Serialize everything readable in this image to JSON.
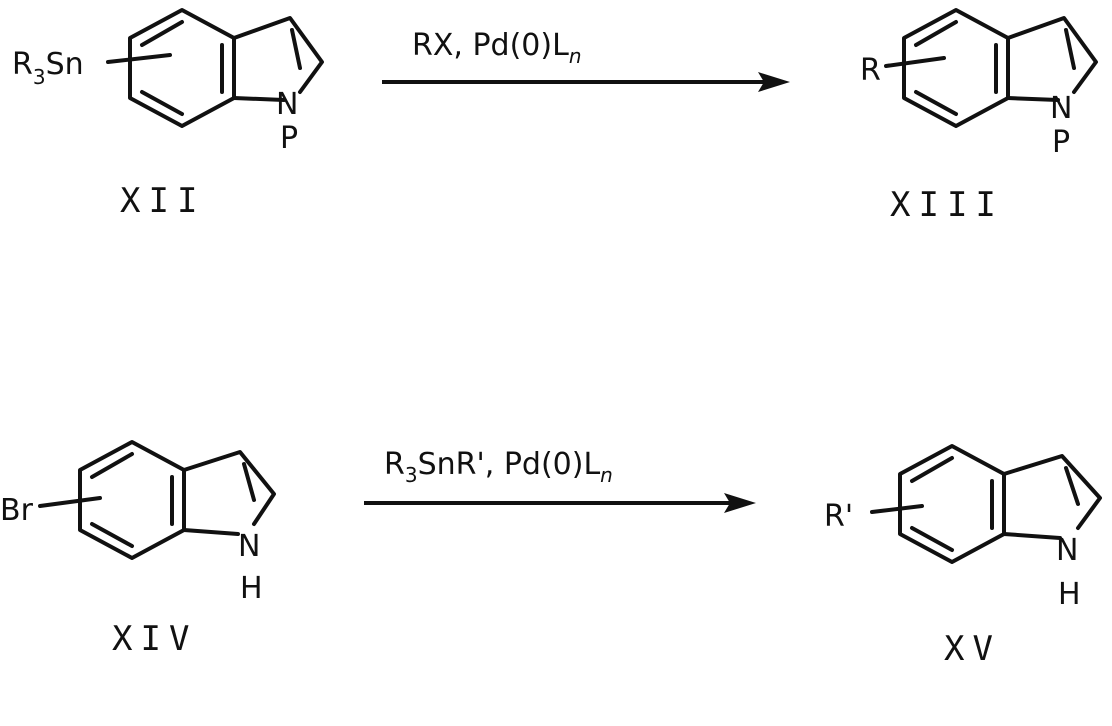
{
  "reactions": [
    {
      "reagent": {
        "main": "RX, Pd(0)L",
        "sub": "n"
      },
      "reactant": {
        "substituent": {
          "main1": "R",
          "sub": "3",
          "main2": "Sn"
        },
        "n_atom": "N",
        "n_group": "P",
        "label": "XII"
      },
      "product": {
        "substituent": "R",
        "n_atom": "N",
        "n_group": "P",
        "label": "XIII"
      }
    },
    {
      "reagent": {
        "main1": "R",
        "sub1": "3",
        "main2": "SnR', Pd(0)L",
        "sub2": "n"
      },
      "reactant": {
        "substituent": "Br",
        "n_atom": "N",
        "n_group": "H",
        "label": "XIV"
      },
      "product": {
        "substituent": "R'",
        "n_atom": "N",
        "n_group": "H",
        "label": "XV"
      }
    }
  ]
}
